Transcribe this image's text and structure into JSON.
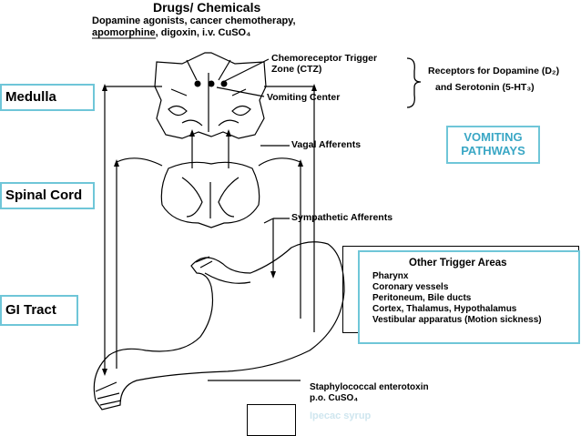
{
  "header": {
    "title": "Drugs/ Chemicals",
    "line1": "Dopamine agonists, cancer chemotherapy,",
    "line2_underlined": "apomorphine",
    "line2_rest": ", digoxin, i.v. CuSO₄"
  },
  "regions": {
    "medulla": "Medulla",
    "spinal_cord": "Spinal Cord",
    "gi_tract": "GI Tract"
  },
  "labels": {
    "ctz_line1": "Chemoreceptor Trigger",
    "ctz_line2": "Zone (CTZ)",
    "vomiting_center": "Vomiting Center",
    "receptors_line1": "Receptors for Dopamine (D₂)",
    "receptors_line2": "and Serotonin (5-HT₃)",
    "vagal_afferents": "Vagal Afferents",
    "sympathetic_afferents": "Sympathetic Afferents",
    "toxin_line1": "Staphylococcal enterotoxin",
    "toxin_line2": "p.o. CuSO₄",
    "ipecac": "Ipecac syrup"
  },
  "title_box": {
    "line1": "VOMITING",
    "line2": "PATHWAYS"
  },
  "other_triggers": {
    "title": "Other Trigger Areas",
    "items": [
      "Pharynx",
      "Coronary vessels",
      "Peritoneum, Bile ducts",
      "Cortex, Thalamus, Hypothalamus",
      "Vestibular apparatus (Motion sickness)"
    ]
  },
  "colors": {
    "box_border": "#6fc6d8",
    "title_text": "#3aa7c5",
    "ipecac_text": "#cfe6ef"
  }
}
